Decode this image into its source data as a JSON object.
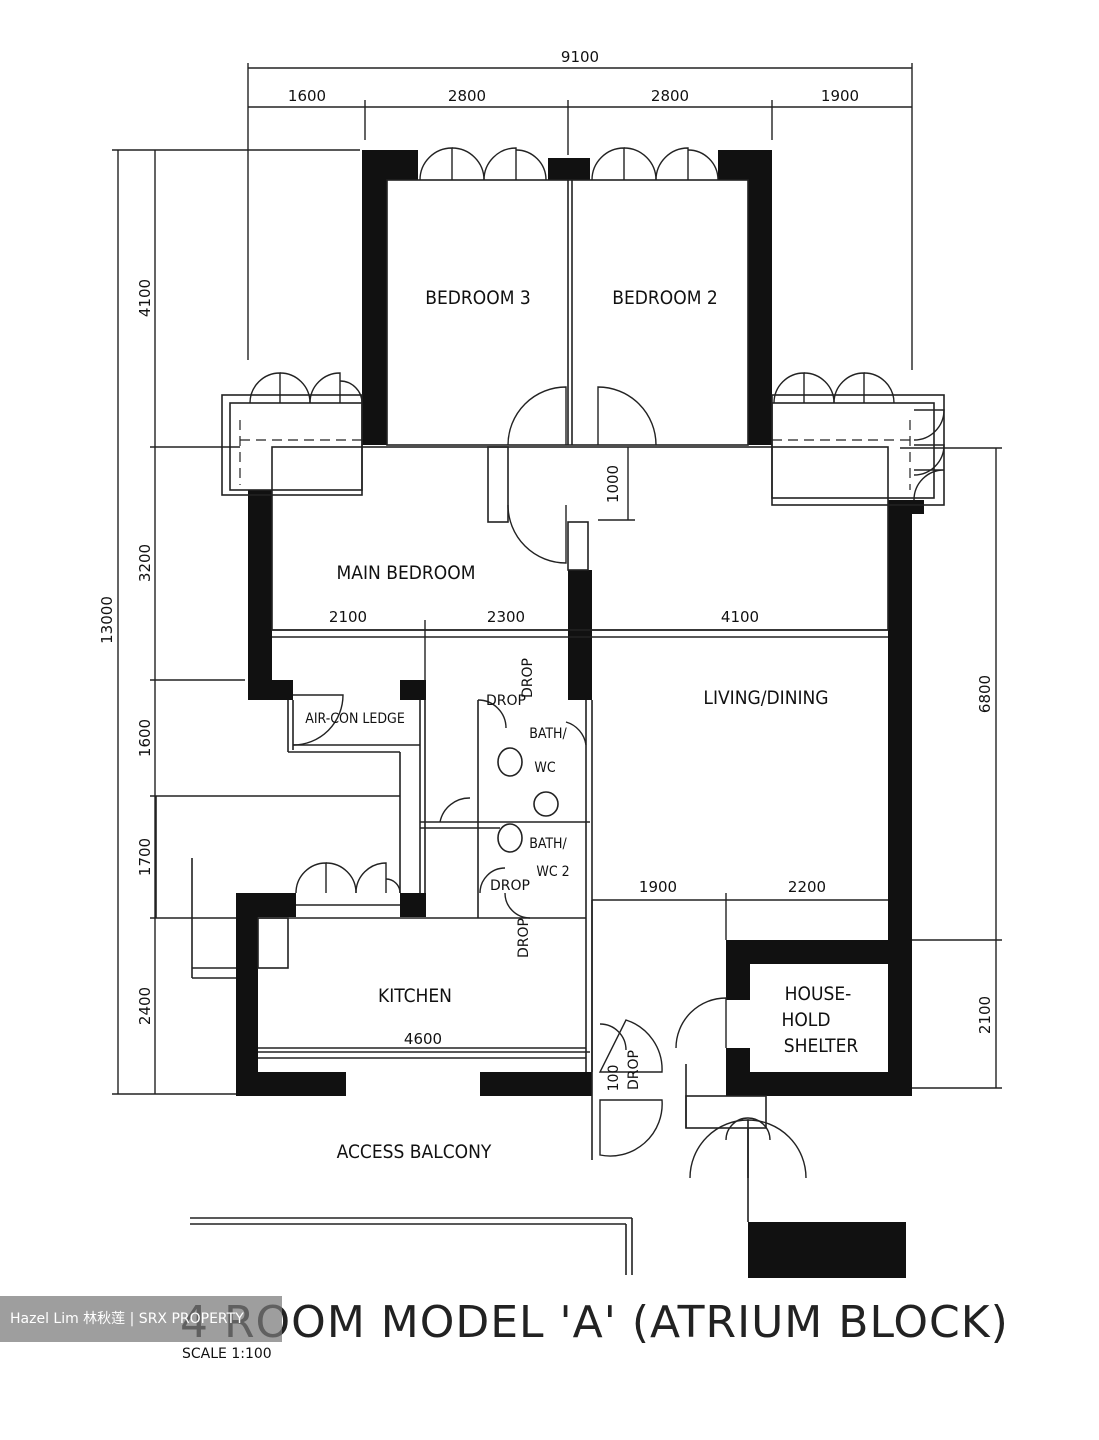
{
  "plan": {
    "title": "4 ROOM MODEL 'A' (ATRIUM BLOCK)",
    "scale": "SCALE   1:100",
    "rooms": {
      "bedroom3": "BEDROOM 3",
      "bedroom2": "BEDROOM 2",
      "main_bedroom": "MAIN BEDROOM",
      "living_dining": "LIVING/DINING",
      "aircon_ledge": "AIR-CON LEDGE",
      "bath1": "BATH/",
      "wc1": "WC",
      "bath2": "BATH/",
      "wc2": "WC 2",
      "kitchen": "KITCHEN",
      "hh1": "HOUSE-",
      "hh2": "HOLD",
      "hh3": "SHELTER",
      "access_balcony": "ACCESS BALCONY"
    },
    "drop": "DROP",
    "hundred": "100",
    "dims": {
      "total_width": "9100",
      "w1": "1600",
      "w2": "2800",
      "w3": "2800",
      "w4": "1900",
      "total_height": "13000",
      "h1": "4100",
      "h2": "3200",
      "h3": "1600",
      "h4": "1700",
      "h5": "2400",
      "r1": "6800",
      "r2": "2100",
      "corridor": "1000",
      "mb_a": "2100",
      "mb_b": "2300",
      "ld_w": "4100",
      "ld_a": "1900",
      "ld_b": "2200",
      "kitchen_w": "4600"
    }
  },
  "watermark": "Hazel Lim 林秋莲 | SRX PROPERTY",
  "colors": {
    "wall": "#111111",
    "line": "#222222"
  }
}
